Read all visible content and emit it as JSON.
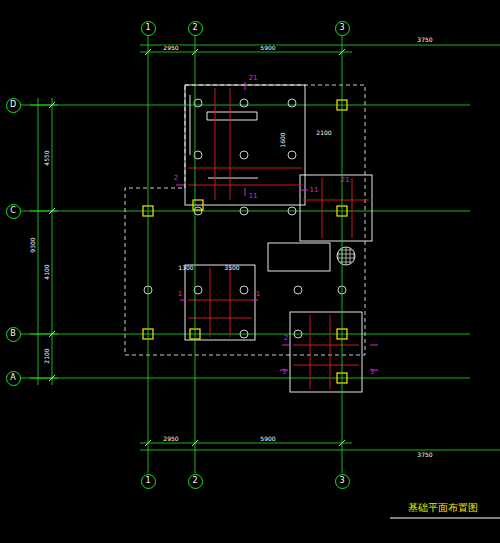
{
  "diagram": {
    "title": "基础平面布置图",
    "nodes": [
      {
        "text": [
          "1"
        ]
      },
      {
        "text": [
          "2"
        ]
      },
      {
        "text": [
          "3"
        ]
      },
      {
        "text": [
          "D"
        ]
      },
      {
        "text": [
          "C"
        ]
      },
      {
        "text": [
          "B"
        ]
      },
      {
        "text": [
          "A"
        ]
      },
      {
        "text": [
          "1"
        ]
      },
      {
        "text": [
          "2"
        ]
      },
      {
        "text": [
          "3"
        ]
      }
    ],
    "edges": [
      {
        "from": 0,
        "to": 7,
        "arrow": "none"
      },
      {
        "from": 1,
        "to": 8,
        "arrow": "none"
      },
      {
        "from": 2,
        "to": 9,
        "arrow": "none"
      }
    ],
    "labels": [
      "2950",
      "5900",
      "3750",
      "2950",
      "5900",
      "3750",
      "4550",
      "9300",
      "4100",
      "2100",
      "21",
      "21",
      "11",
      "11",
      "2",
      "2",
      "3",
      "3",
      "1",
      "1",
      "2100",
      "1300",
      "3500",
      "1600"
    ]
  }
}
